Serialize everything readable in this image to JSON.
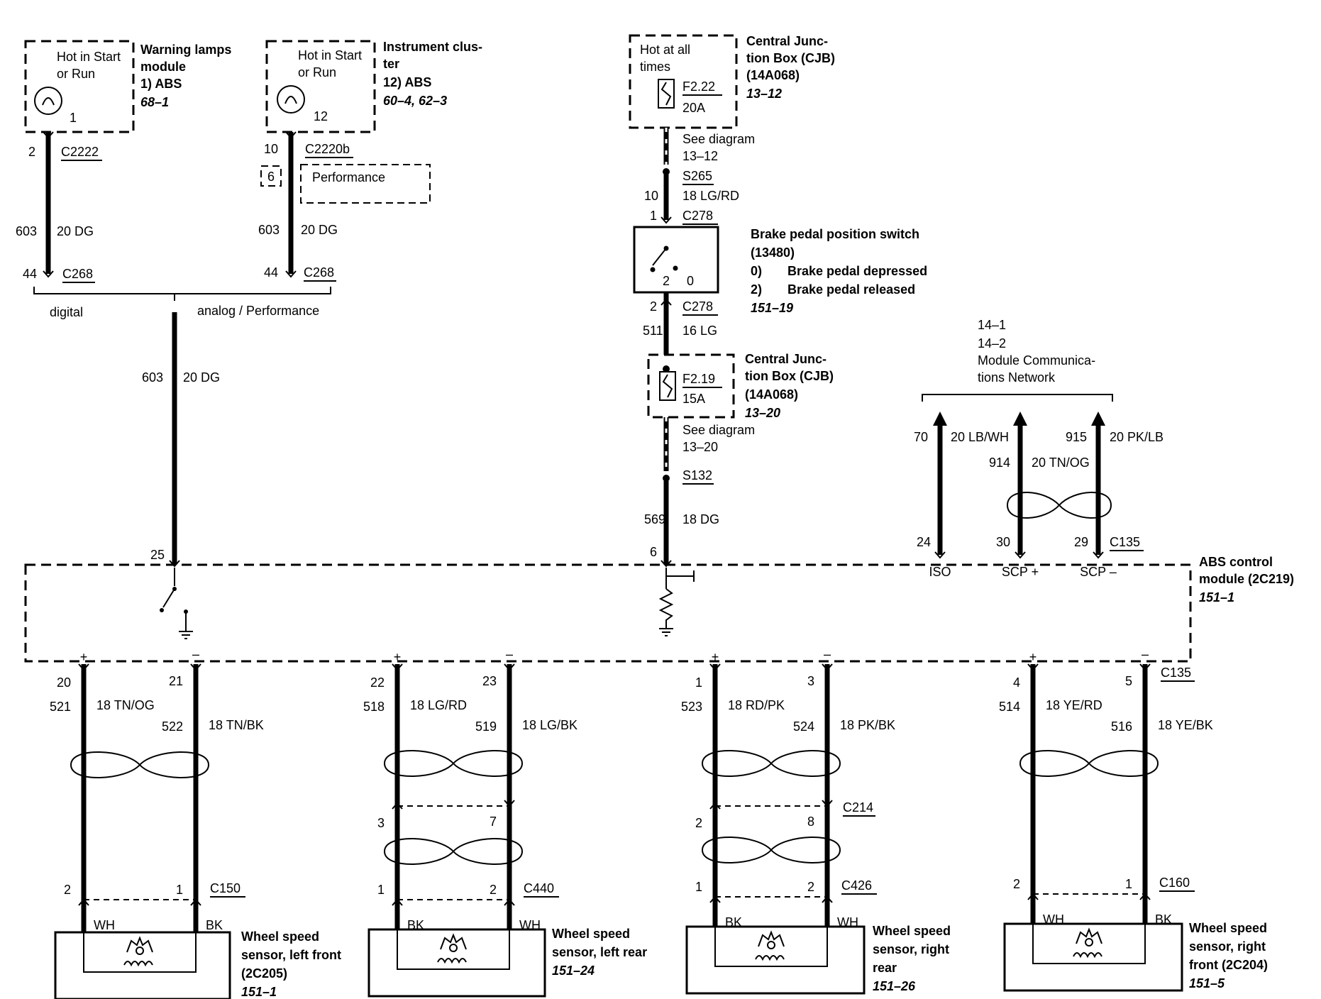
{
  "header": {
    "warning_lamps": {
      "feed": [
        "Hot in Start",
        "or Run"
      ],
      "pin": "1",
      "title": [
        "Warning lamps",
        "module"
      ],
      "item": "1)   ABS",
      "ref": "68–1",
      "wire_pin": "2",
      "connector": "C2222",
      "circuit": "603",
      "gauge_color": "20 DG",
      "c268_pin": "44",
      "c268": "C268"
    },
    "instrument_cluster": {
      "feed": [
        "Hot in Start",
        "or Run"
      ],
      "pin": "12",
      "title": [
        "Instrument clus-",
        "ter"
      ],
      "item": "12)  ABS",
      "ref": "60–4, 62–3",
      "wire_pin": "10",
      "connector": "C2220b",
      "note_number": "6",
      "note_text": "Performance",
      "circuit": "603",
      "gauge_color": "20 DG",
      "c268_pin": "44",
      "c268": "C268"
    },
    "branch": {
      "left_label": "digital",
      "right_label": "analog / Performance",
      "circuit": "603",
      "gauge_color": "20 DG",
      "module_pin": "25"
    }
  },
  "brake_circuit": {
    "cjb_top": {
      "feed": [
        "Hot at all",
        "times"
      ],
      "fuse": "F2.22",
      "rating": "20A",
      "title": [
        "Central Junc-",
        "tion Box (CJB)",
        "(14A068)"
      ],
      "ref": "13–12",
      "see": [
        "See diagram",
        "13–12"
      ]
    },
    "s265": "S265",
    "wire_a": {
      "pin": "10",
      "gauge_color": "18 LG/RD"
    },
    "c278_top": {
      "pin": "1",
      "label": "C278"
    },
    "switch": {
      "pin_left": "2",
      "pin_right": "0",
      "title": [
        "Brake pedal position switch",
        "(13480)"
      ],
      "states": [
        {
          "num": "0)",
          "text": "Brake pedal depressed"
        },
        {
          "num": "2)",
          "text": "Brake pedal released"
        }
      ],
      "ref": "151–19"
    },
    "c278_bottom": {
      "pin": "2",
      "label": "C278"
    },
    "wire_b": {
      "circuit": "511",
      "gauge_color": "16 LG"
    },
    "cjb_mid": {
      "fuse": "F2.19",
      "rating": "15A",
      "title": [
        "Central Junc-",
        "tion Box (CJB)",
        "(14A068)"
      ],
      "ref": "13–20",
      "see": [
        "See diagram",
        "13–20"
      ]
    },
    "s132": "S132",
    "wire_c": {
      "circuit": "569",
      "gauge_color": "18 DG",
      "module_pin": "6"
    }
  },
  "network": {
    "refs": [
      "14–1",
      "14–2",
      "Module Communica-",
      "tions Network"
    ],
    "wires": [
      {
        "circuit": "70",
        "gauge_color": "20 LB/WH",
        "pin": "24",
        "signal": "ISO"
      },
      {
        "circuit": "914",
        "gauge_color": "20 TN/OG",
        "pin": "30",
        "signal": "SCP +"
      },
      {
        "circuit": "915",
        "gauge_color": "20 PK/LB",
        "pin": "29",
        "signal": "SCP –"
      }
    ],
    "connector": "C135"
  },
  "abs_module": {
    "title": [
      "ABS control",
      "module (2C219)"
    ],
    "ref": "151–1"
  },
  "sensors": [
    {
      "pos": {
        "pin": "20",
        "circuit": "521",
        "gauge_color": "18 TN/OG",
        "sensor_pin": "2",
        "color": "WH",
        "sign": "+"
      },
      "neg": {
        "pin": "21",
        "circuit": "522",
        "gauge_color": "18 TN/BK",
        "sensor_pin": "1",
        "color": "BK",
        "sign": "–"
      },
      "connector": "C150",
      "title": [
        "Wheel speed",
        "sensor, left front",
        "(2C205)"
      ],
      "ref": "151–1"
    },
    {
      "pos": {
        "pin": "22",
        "circuit": "518",
        "gauge_color": "18 LG/RD",
        "mid_pin": "3",
        "sensor_pin": "1",
        "color": "BK",
        "sign": "+"
      },
      "neg": {
        "pin": "23",
        "circuit": "519",
        "gauge_color": "18 LG/BK",
        "mid_pin": "7",
        "sensor_pin": "2",
        "color": "WH",
        "sign": "–"
      },
      "connector": "C440",
      "title": [
        "Wheel speed",
        "sensor, left rear"
      ],
      "ref": "151–24"
    },
    {
      "pos": {
        "pin": "1",
        "circuit": "523",
        "gauge_color": "18 RD/PK",
        "mid_pin": "2",
        "sensor_pin": "1",
        "color": "BK",
        "sign": "+"
      },
      "neg": {
        "pin": "3",
        "circuit": "524",
        "gauge_color": "18 PK/BK",
        "mid_pin": "8",
        "sensor_pin": "2",
        "color": "WH",
        "sign": "–"
      },
      "mid_connector": "C214",
      "connector": "C426",
      "title": [
        "Wheel speed",
        "sensor, right",
        "rear"
      ],
      "ref": "151–26"
    },
    {
      "pos": {
        "pin": "4",
        "circuit": "514",
        "gauge_color": "18 YE/RD",
        "sensor_pin": "2",
        "color": "WH",
        "sign": "+"
      },
      "neg": {
        "pin": "5",
        "circuit": "516",
        "gauge_color": "18 YE/BK",
        "sensor_pin": "1",
        "color": "BK",
        "sign": "–"
      },
      "top_connector": "C135",
      "connector": "C160",
      "title": [
        "Wheel speed",
        "sensor, right",
        "front (2C204)"
      ],
      "ref": "151–5"
    }
  ]
}
